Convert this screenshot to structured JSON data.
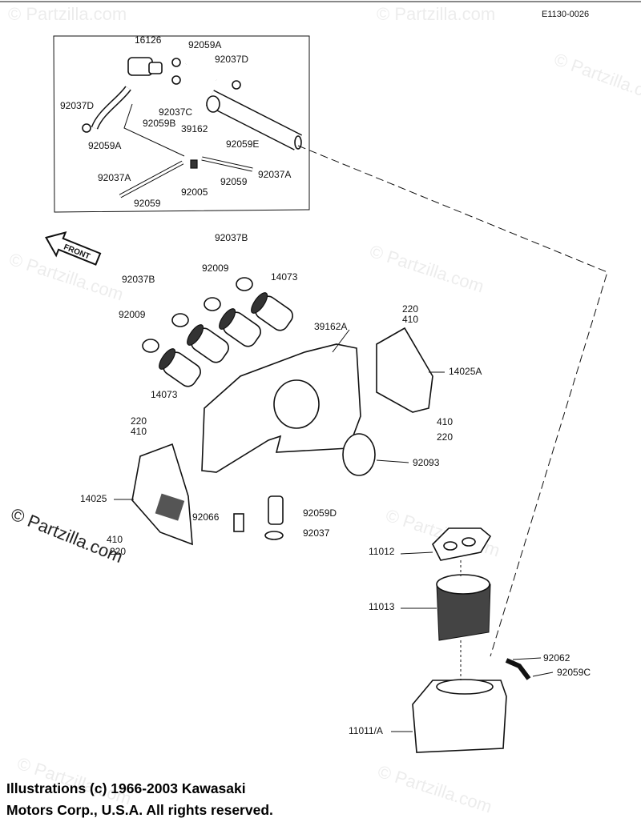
{
  "diagram_code": "E1130-0026",
  "front_arrow": "FRONT",
  "watermark": "© Partzilla.com",
  "copyright_line1": "Illustrations (c) 1966-2003 Kawasaki",
  "copyright_line2": "Motors Corp., U.S.A.  All rights reserved.",
  "inset_labels": [
    "16126",
    "92059A",
    "92037D",
    "92037D",
    "92059B",
    "92037C",
    "39162",
    "92059E",
    "92059A",
    "92037A",
    "92005",
    "92059",
    "92037A",
    "92059"
  ],
  "main_labels": [
    "92037B",
    "92009",
    "14073",
    "92037B",
    "92009",
    "220",
    "410",
    "39162A",
    "14025A",
    "14073",
    "220",
    "410",
    "410",
    "220",
    "92093",
    "14025",
    "92066",
    "92059D",
    "92037",
    "410",
    "220",
    "11012",
    "11013",
    "92062",
    "92059C",
    "11011/A"
  ]
}
